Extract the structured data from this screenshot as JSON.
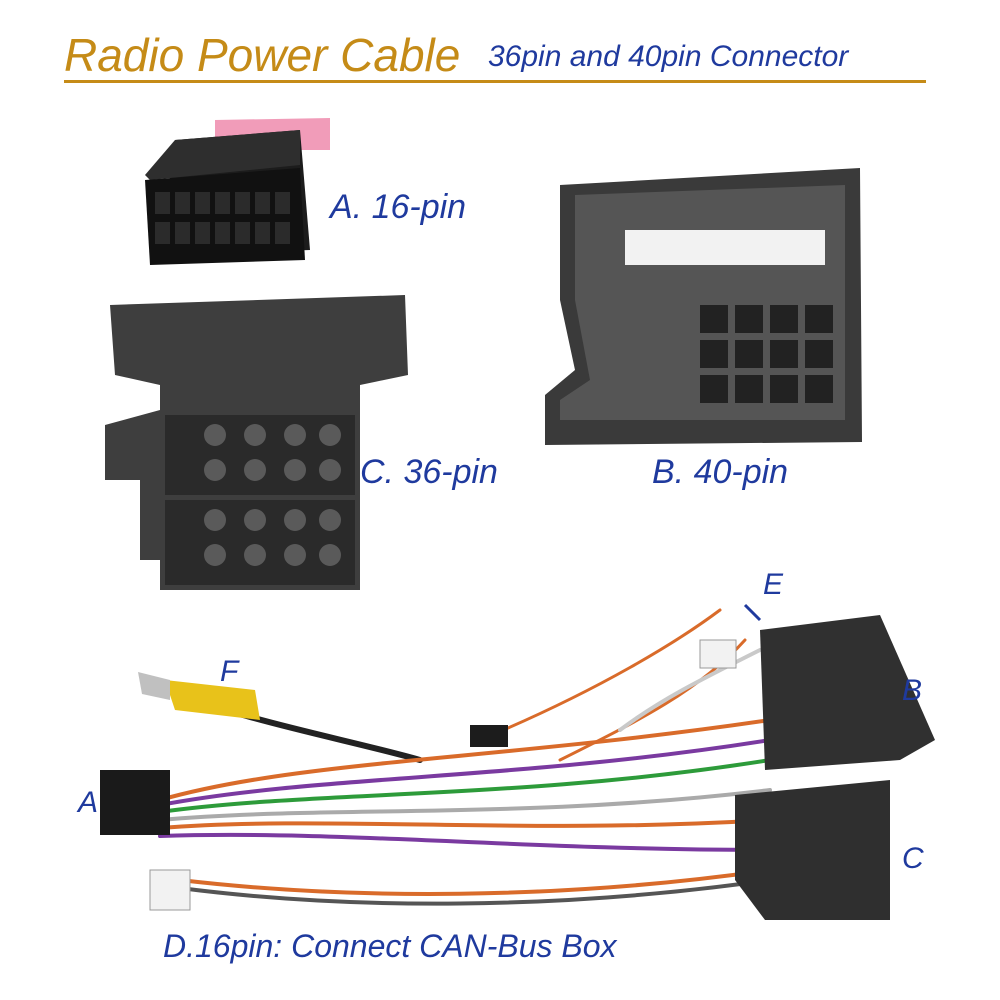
{
  "title": {
    "main": "Radio Power Cable",
    "sub": "36pin and 40pin Connector"
  },
  "connector_labels": {
    "a": "A. 16-pin",
    "b": "B. 40-pin",
    "c": "C. 36-pin"
  },
  "harness_labels": {
    "e": "E",
    "f": "F",
    "a": "A",
    "b": "B",
    "c": "C"
  },
  "caption": "D.16pin: Connect CAN-Bus Box",
  "colors": {
    "title_gold": "#c58b17",
    "label_blue": "#1f3a9e",
    "connector_dark": "#333333"
  }
}
